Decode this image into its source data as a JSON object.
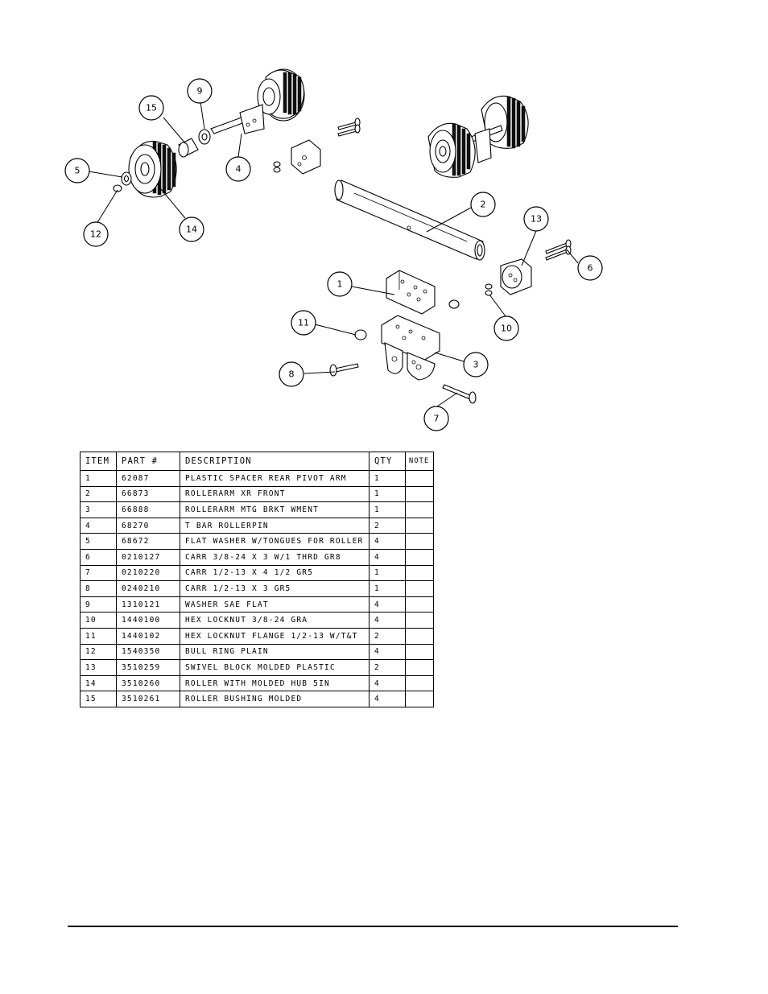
{
  "callouts": [
    "1",
    "2",
    "3",
    "4",
    "5",
    "6",
    "7",
    "8",
    "9",
    "10",
    "11",
    "12",
    "13",
    "14",
    "15"
  ],
  "table": {
    "headers": {
      "item": "ITEM",
      "part": "PART #",
      "description": "DESCRIPTION",
      "qty": "QTY",
      "note": "NOTE"
    },
    "rows": [
      {
        "item": "1",
        "part": "62087",
        "description": "PLASTIC SPACER REAR PIVOT ARM",
        "qty": "1",
        "note": ""
      },
      {
        "item": "2",
        "part": "66873",
        "description": "ROLLERARM XR FRONT",
        "qty": "1",
        "note": ""
      },
      {
        "item": "3",
        "part": "66888",
        "description": "ROLLERARM MTG BRKT WMENT",
        "qty": "1",
        "note": ""
      },
      {
        "item": "4",
        "part": "68270",
        "description": "T BAR ROLLERPIN",
        "qty": "2",
        "note": ""
      },
      {
        "item": "5",
        "part": "68672",
        "description": "FLAT WASHER W/TONGUES FOR ROLLER",
        "qty": "4",
        "note": ""
      },
      {
        "item": "6",
        "part": "0210127",
        "description": "CARR 3/8-24 X 3 W/1 THRD GR8",
        "qty": "4",
        "note": ""
      },
      {
        "item": "7",
        "part": "0210220",
        "description": "CARR 1/2-13 X 4 1/2 GR5",
        "qty": "1",
        "note": ""
      },
      {
        "item": "8",
        "part": "0240210",
        "description": "CARR 1/2-13 X 3 GR5",
        "qty": "1",
        "note": ""
      },
      {
        "item": "9",
        "part": "1310121",
        "description": "WASHER SAE FLAT",
        "qty": "4",
        "note": ""
      },
      {
        "item": "10",
        "part": "1440100",
        "description": "HEX LOCKNUT 3/8-24 GRA",
        "qty": "4",
        "note": ""
      },
      {
        "item": "11",
        "part": "1440102",
        "description": "HEX LOCKNUT FLANGE 1/2-13 W/T&T",
        "qty": "2",
        "note": ""
      },
      {
        "item": "12",
        "part": "1540350",
        "description": "BULL RING PLAIN",
        "qty": "4",
        "note": ""
      },
      {
        "item": "13",
        "part": "3510259",
        "description": "SWIVEL BLOCK MOLDED PLASTIC",
        "qty": "2",
        "note": ""
      },
      {
        "item": "14",
        "part": "3510260",
        "description": "ROLLER WITH MOLDED HUB  5IN",
        "qty": "4",
        "note": ""
      },
      {
        "item": "15",
        "part": "3510261",
        "description": "ROLLER BUSHING MOLDED",
        "qty": "4",
        "note": ""
      }
    ]
  }
}
